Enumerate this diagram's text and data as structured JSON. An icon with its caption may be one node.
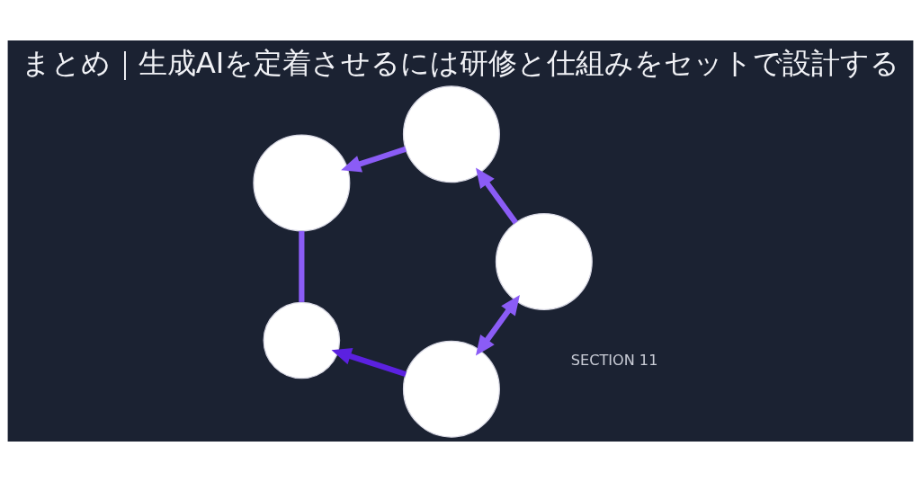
{
  "diagram": {
    "title": "まとめ｜生成AIを定着させるには研修と仕組みをセットで設計する",
    "nodes": [
      {
        "text": [],
        "shape": "circle"
      },
      {
        "text": [],
        "shape": "circle"
      },
      {
        "text": [],
        "shape": "circle"
      },
      {
        "text": [],
        "shape": "circle"
      },
      {
        "text": [],
        "shape": "circle"
      }
    ],
    "edges": [
      {
        "from": 1,
        "to": 0,
        "arrow": "to"
      },
      {
        "from": 0,
        "to": 2,
        "arrow": "to"
      },
      {
        "from": 2,
        "to": 3,
        "arrow": "none"
      },
      {
        "from": 4,
        "to": 3,
        "arrow": "to",
        "color": "#5b21e0"
      },
      {
        "from": 1,
        "to": 4,
        "arrow": "both"
      }
    ],
    "labels": [
      "SECTION 11"
    ]
  }
}
